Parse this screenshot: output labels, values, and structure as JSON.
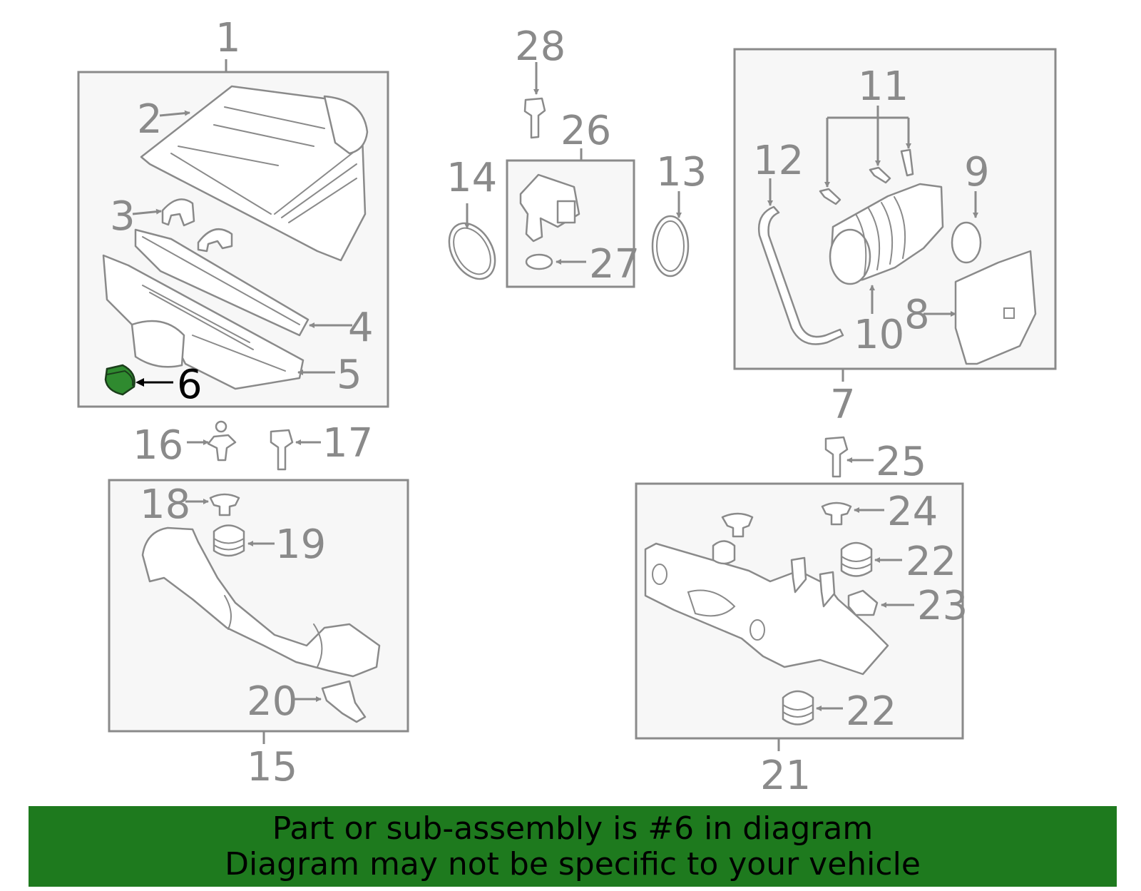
{
  "diagram": {
    "highlight_color": "#2f8a2f",
    "labels": {
      "p1": "1",
      "p2": "2",
      "p3": "3",
      "p4": "4",
      "p5": "5",
      "p6": "6",
      "p7": "7",
      "p8": "8",
      "p9": "9",
      "p10": "10",
      "p11": "11",
      "p12": "12",
      "p13": "13",
      "p14": "14",
      "p15": "15",
      "p16": "16",
      "p17": "17",
      "p18": "18",
      "p19": "19",
      "p20": "20",
      "p21": "21",
      "p22a": "22",
      "p22b": "22",
      "p23": "23",
      "p24": "24",
      "p25": "25",
      "p26": "26",
      "p27": "27",
      "p28": "28"
    }
  },
  "banner": {
    "line1": "Part or sub-assembly is #6 in diagram",
    "line2": "Diagram may not be specific to your vehicle",
    "color": "#1e7a1e"
  }
}
